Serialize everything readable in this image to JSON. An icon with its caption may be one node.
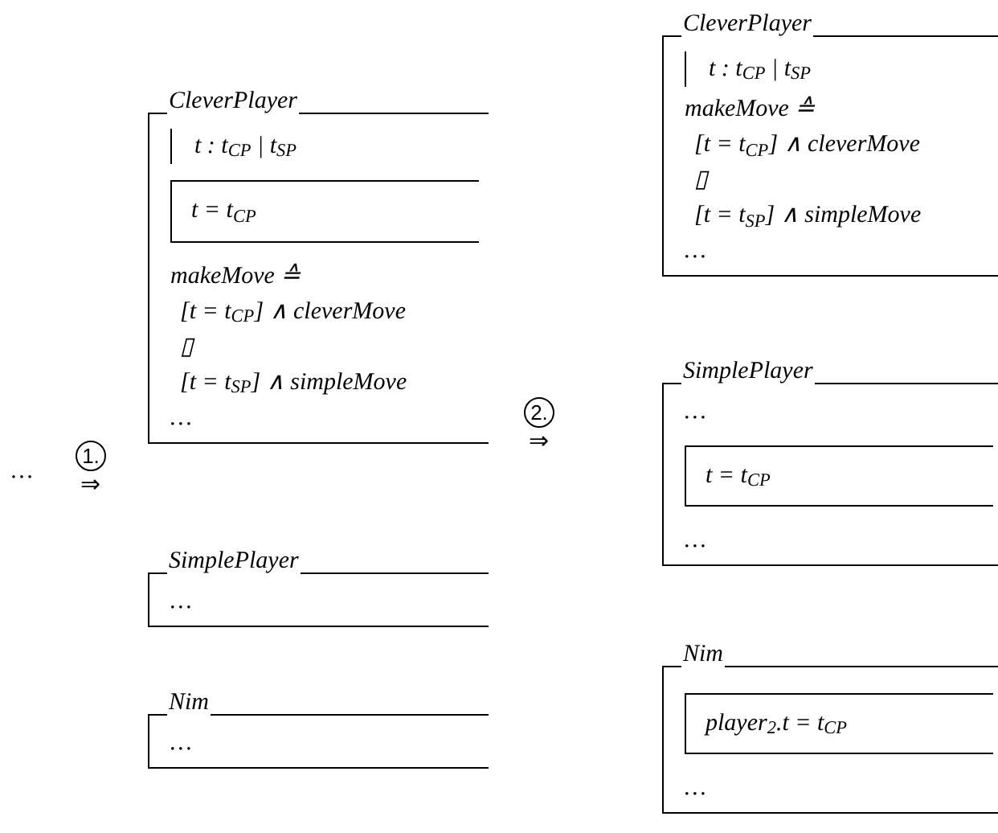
{
  "diagram": {
    "nodes": [
      {
        "text": [
          "CleverPlayer",
          "t : t$_{CP}$ | t$_{SP}$",
          "makeMove ≙",
          "[t = t$_{CP}$] ∧ cleverMove",
          "▯",
          "[t = t$_{SP}$] ∧ simpleMove",
          "…"
        ]
      },
      {
        "text": [
          "t = t$_{CP}$"
        ],
        "in": 0
      },
      {
        "text": [
          "SimplePlayer",
          "…"
        ]
      },
      {
        "text": [
          "Nim",
          "…"
        ]
      },
      {
        "text": [
          "CleverPlayer",
          "t : t$_{CP}$ | t$_{SP}$",
          "makeMove ≙",
          "[t = t$_{CP}$] ∧ cleverMove",
          "▯",
          "[t = t$_{SP}$] ∧ simpleMove",
          "…"
        ]
      },
      {
        "text": [
          "SimplePlayer",
          "…",
          "…"
        ]
      },
      {
        "text": [
          "t = t$_{CP}$"
        ],
        "in": 5
      },
      {
        "text": [
          "Nim",
          "…"
        ]
      },
      {
        "text": [
          "player$_{2}$.t = t$_{CP}$"
        ],
        "in": 7
      }
    ],
    "labels": [
      "…",
      "1.",
      "⇒",
      "2.",
      "⇒"
    ]
  }
}
